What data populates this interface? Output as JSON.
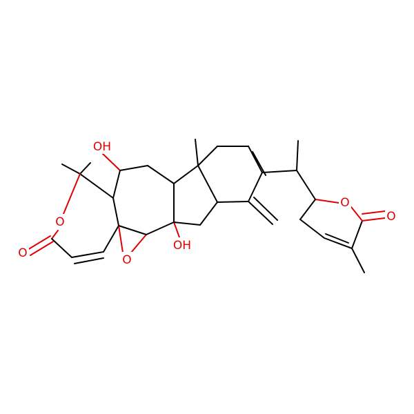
{
  "colors": {
    "background": "#ffffff",
    "carbon_bond": "#000000",
    "oxygen": "#e00000"
  },
  "atoms": [
    {
      "id": "oh_top",
      "text": "OH",
      "color": "#e00000"
    },
    {
      "id": "o_ring_lactone",
      "text": "O",
      "color": "#e00000"
    },
    {
      "id": "o_carbonyl_left",
      "text": "O",
      "color": "#e00000"
    },
    {
      "id": "o_epoxide",
      "text": "O",
      "color": "#e00000"
    },
    {
      "id": "oh_bottom",
      "text": "OH",
      "color": "#e00000"
    },
    {
      "id": "o_pyran_ring",
      "text": "O",
      "color": "#e00000"
    },
    {
      "id": "o_carbonyl_right",
      "text": "O",
      "color": "#e00000"
    }
  ]
}
